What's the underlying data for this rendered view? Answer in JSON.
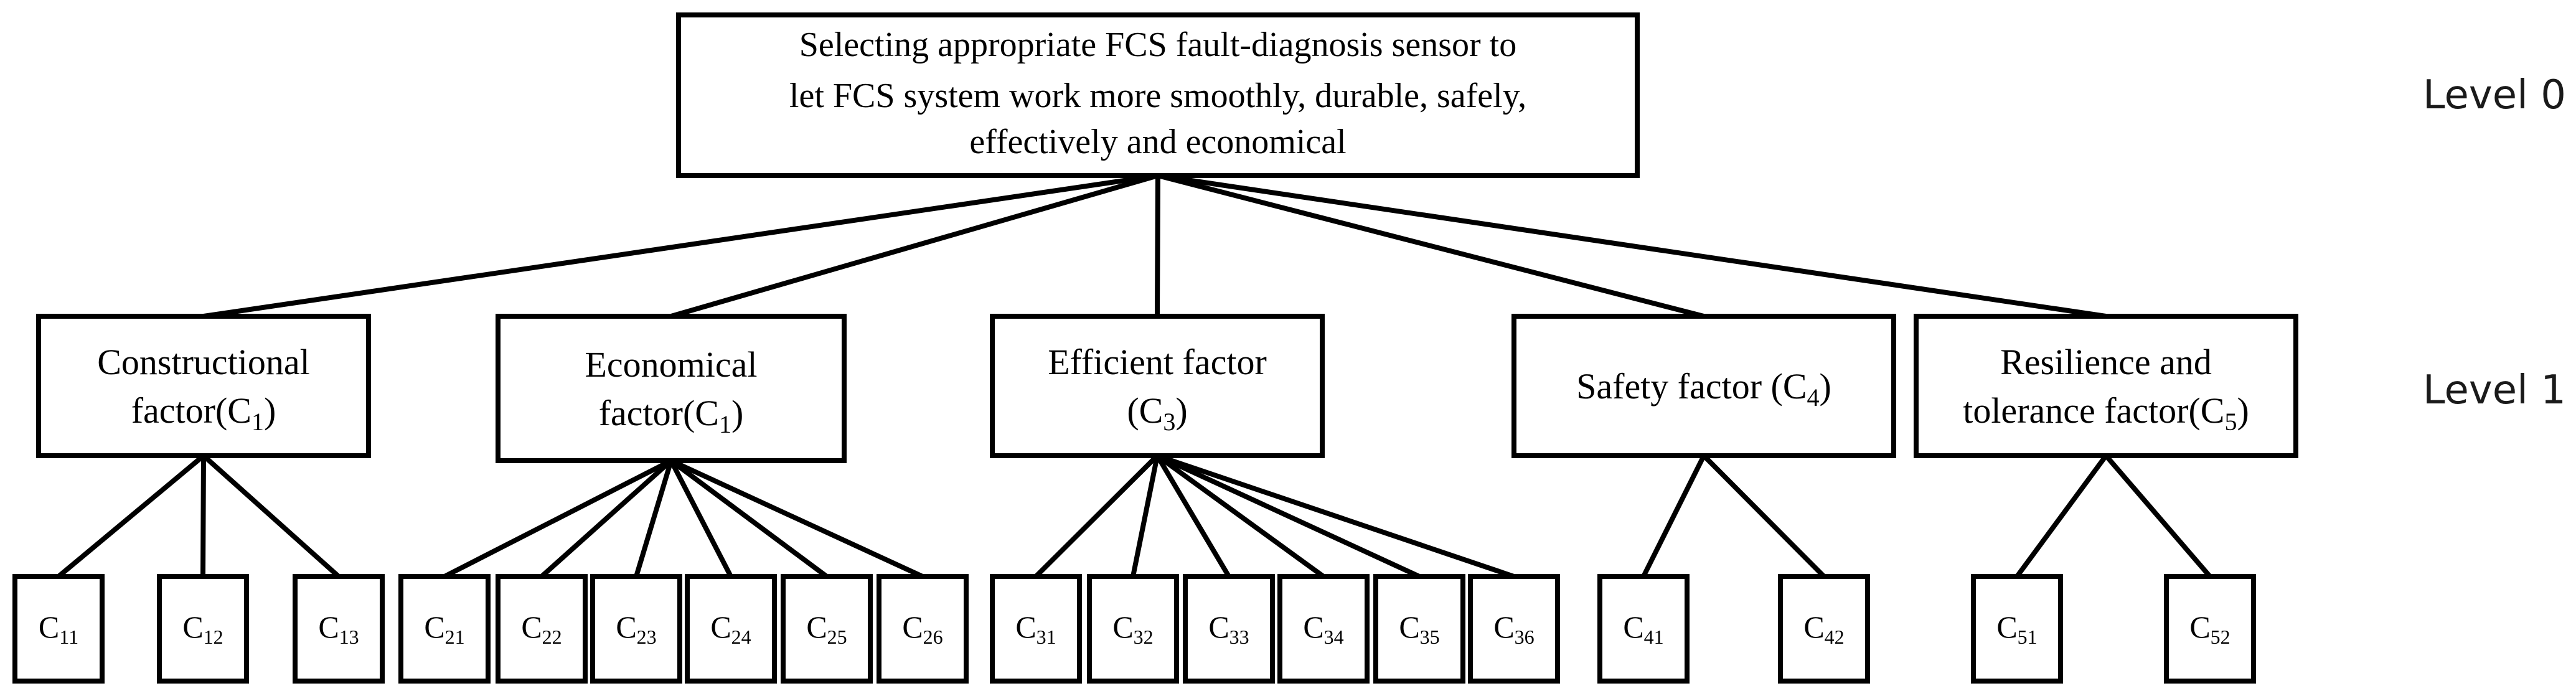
{
  "goal": {
    "lines": [
      "Selecting appropriate FCS fault-diagnosis sensor  to",
      "let FCS system work more smoothly, durable, safely,",
      "effectively and economical"
    ]
  },
  "levels": [
    "Level 0",
    "Level 1"
  ],
  "criteria": [
    {
      "id": "C1",
      "lines": [
        [
          {
            "t": "Constructional"
          }
        ],
        [
          {
            "t": "factor(C"
          },
          {
            "t": "1",
            "sub": true
          },
          {
            "t": ")"
          }
        ]
      ],
      "subs": [
        "11",
        "12",
        "13"
      ]
    },
    {
      "id": "C2",
      "lines": [
        [
          {
            "t": "Economical"
          }
        ],
        [
          {
            "t": "factor(C"
          },
          {
            "t": "1",
            "sub": true
          },
          {
            "t": ")"
          }
        ]
      ],
      "subs": [
        "21",
        "22",
        "23",
        "24",
        "25",
        "26"
      ]
    },
    {
      "id": "C3",
      "lines": [
        [
          {
            "t": "Efficient factor"
          }
        ],
        [
          {
            "t": "(C"
          },
          {
            "t": "3",
            "sub": true
          },
          {
            "t": ")"
          }
        ]
      ],
      "subs": [
        "31",
        "32",
        "33",
        "34",
        "35",
        "36"
      ]
    },
    {
      "id": "C4",
      "lines": [
        [
          {
            "t": "Safety factor (C"
          },
          {
            "t": "4",
            "sub": true
          },
          {
            "t": ")"
          }
        ]
      ],
      "subs": [
        "41",
        "42"
      ]
    },
    {
      "id": "C5",
      "lines": [
        [
          {
            "t": "Resilience and"
          }
        ],
        [
          {
            "t": "tolerance factor(C"
          },
          {
            "t": "5",
            "sub": true
          },
          {
            "t": ")"
          }
        ]
      ],
      "subs": [
        "51",
        "52"
      ]
    }
  ],
  "sub_letter": "C"
}
